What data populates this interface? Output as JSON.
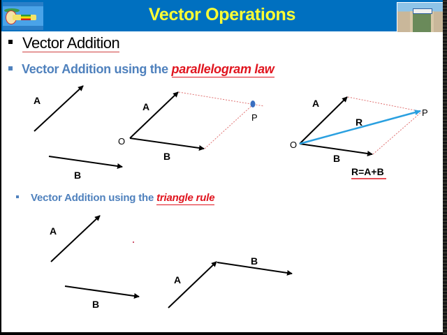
{
  "header": {
    "title": "Vector Operations",
    "colors": {
      "background": "#0070c0",
      "title": "#ffff33"
    }
  },
  "bullets": {
    "main": "Vector Addition",
    "parallelogram": {
      "prefix": "Vector Addition using the ",
      "emphasis": "parallelogram law"
    },
    "triangle": {
      "prefix": "Vector Addition using the ",
      "emphasis": "triangle rule"
    }
  },
  "diagrams": {
    "separate_vectors_1": {
      "a": "A",
      "b": "B"
    },
    "parallelogram_construction": {
      "a": "A",
      "b": "B",
      "origin": "O",
      "point": "P"
    },
    "parallelogram_resultant": {
      "a": "A",
      "b": "B",
      "r": "R",
      "origin": "O",
      "point": "P",
      "equation": "R=A+B"
    },
    "separate_vectors_2": {
      "a": "A",
      "b": "B"
    },
    "triangle_rule": {
      "a": "A",
      "b": "B"
    }
  },
  "colors": {
    "subtitle": "#4f81bd",
    "emphasis": "#e0141e",
    "resultant": "#2aa0e0",
    "construction_line": "#e07070",
    "point_marker": "#3a6fc0"
  }
}
